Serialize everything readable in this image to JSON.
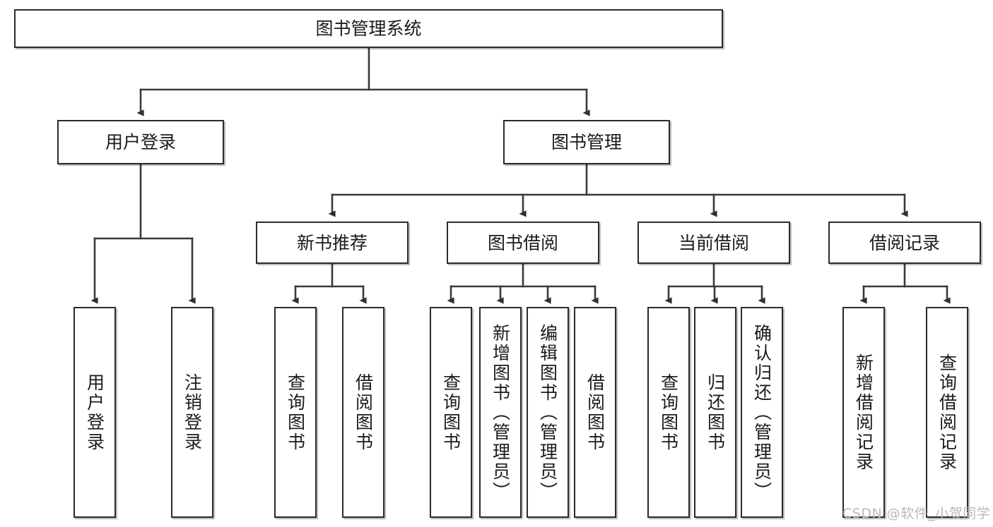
{
  "diagram": {
    "type": "tree-hierarchy",
    "title_node": {
      "label": "图书管理系统"
    },
    "level2": [
      {
        "id": "user-login",
        "label": "用户登录"
      },
      {
        "id": "book-management",
        "label": "图书管理"
      }
    ],
    "level3": [
      {
        "id": "new-book-recommend",
        "label": "新书推荐",
        "parent": "book-management"
      },
      {
        "id": "book-borrow",
        "label": "图书借阅",
        "parent": "book-management"
      },
      {
        "id": "current-borrow",
        "label": "当前借阅",
        "parent": "book-management"
      },
      {
        "id": "borrow-record",
        "label": "借阅记录",
        "parent": "book-management"
      }
    ],
    "leaves": {
      "user_login": [
        {
          "id": "leaf-user-login",
          "label": "用户登录"
        },
        {
          "id": "leaf-user-logout",
          "label": "注销登录"
        }
      ],
      "new_book_recommend": [
        {
          "id": "leaf-query-book-1",
          "label": "查询图书"
        },
        {
          "id": "leaf-borrow-book-1",
          "label": "借阅图书"
        }
      ],
      "book_borrow": [
        {
          "id": "leaf-query-book-2",
          "label": "查询图书"
        },
        {
          "id": "leaf-add-book",
          "label": "新增图书（管理员）"
        },
        {
          "id": "leaf-edit-book",
          "label": "编辑图书（管理员）"
        },
        {
          "id": "leaf-borrow-book-2",
          "label": "借阅图书"
        }
      ],
      "current_borrow": [
        {
          "id": "leaf-query-book-3",
          "label": "查询图书"
        },
        {
          "id": "leaf-return-book",
          "label": "归还图书"
        },
        {
          "id": "leaf-confirm-return",
          "label": "确认归还（管理员）"
        }
      ],
      "borrow_record": [
        {
          "id": "leaf-add-record",
          "label": "新增借阅记录"
        },
        {
          "id": "leaf-query-record",
          "label": "查询借阅记录"
        }
      ]
    },
    "watermark": {
      "text": "CSDN @软件_小贺同学"
    },
    "colors": {
      "box_border": "#2b2b2b",
      "box_fill": "#ffffff",
      "line": "#3a3a3a",
      "text": "#1b1b1b",
      "watermark": "#b9b9b9",
      "background": "#ffffff"
    }
  }
}
